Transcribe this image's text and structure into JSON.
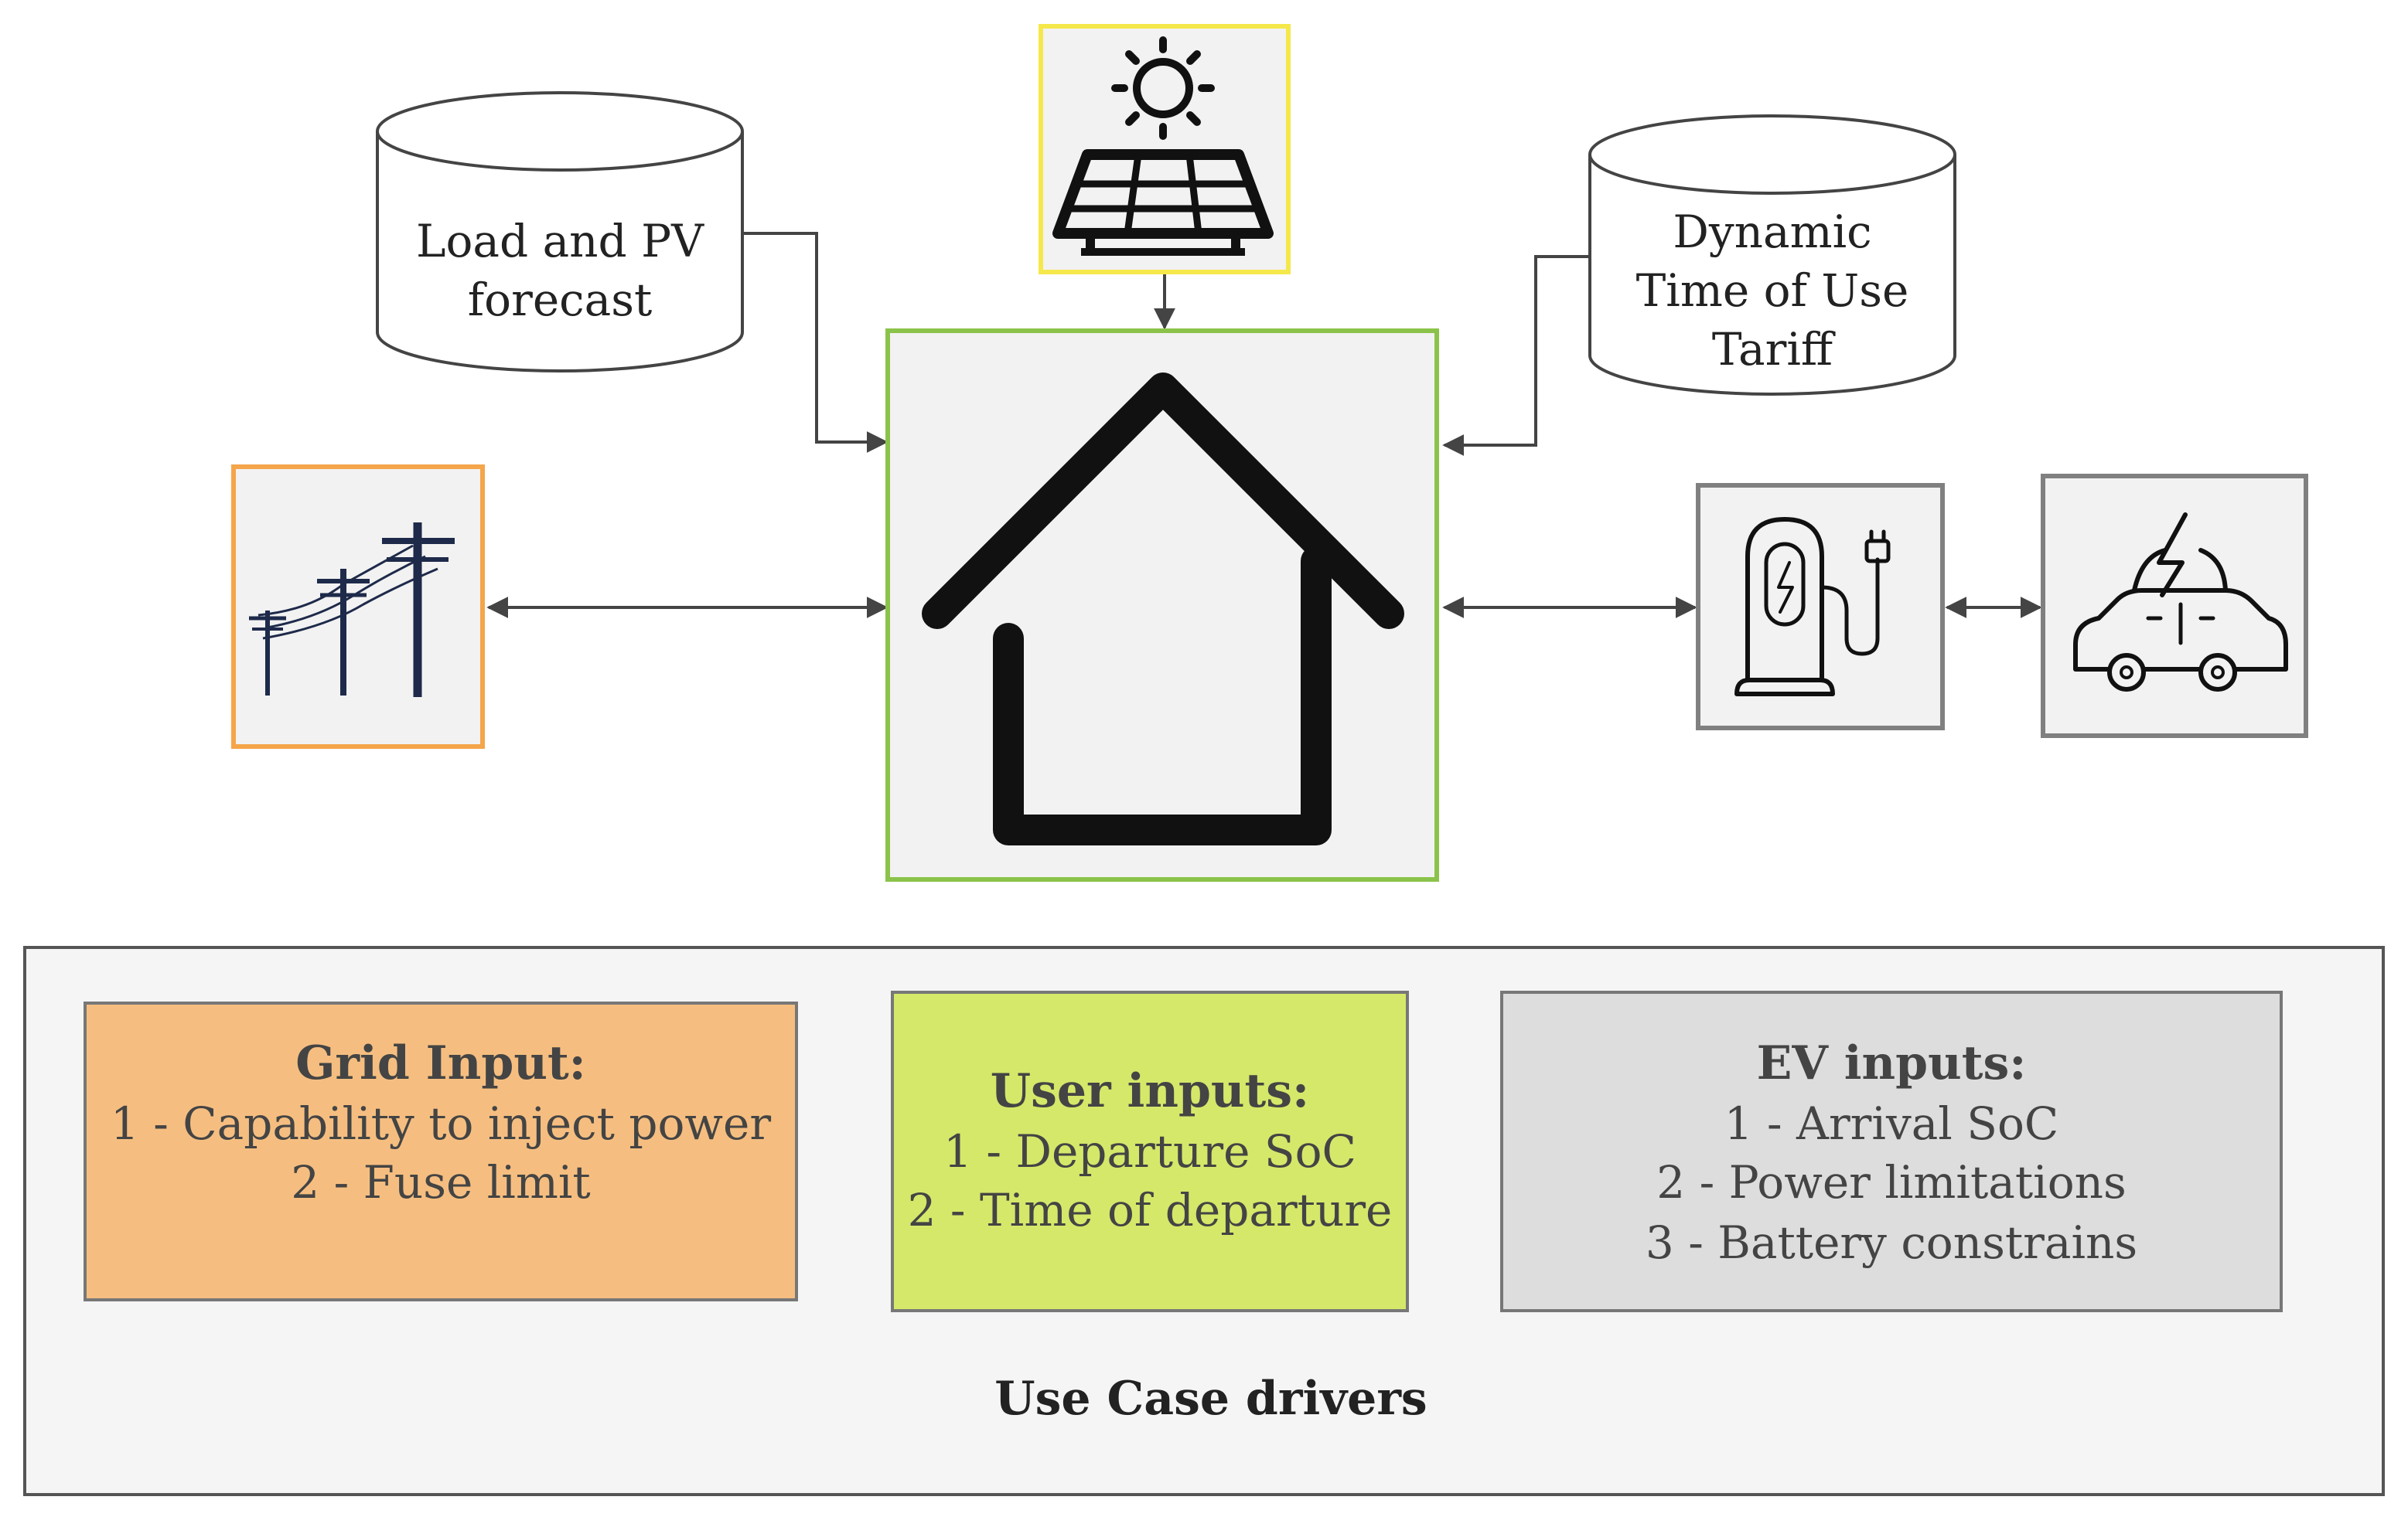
{
  "databases": {
    "forecast": {
      "lines": [
        "Load and PV",
        "forecast"
      ]
    },
    "tariff": {
      "lines": [
        "Dynamic",
        "Time of Use",
        "Tariff"
      ]
    }
  },
  "nodes": {
    "solar": {
      "icon": "solar-panel-icon",
      "border_color": "#F5E84A"
    },
    "home": {
      "icon": "house-icon",
      "border_color": "#8BC34A"
    },
    "grid": {
      "icon": "power-lines-icon",
      "border_color": "#F5A54A"
    },
    "charger": {
      "icon": "ev-charger-icon",
      "border_color": "#808080"
    },
    "car": {
      "icon": "electric-car-icon",
      "border_color": "#808080"
    }
  },
  "use_case_drivers": {
    "caption": "Use Case drivers",
    "panels": [
      {
        "title": "Grid Input:",
        "lines": [
          "1 - Capability to inject power",
          "2 - Fuse limit"
        ],
        "fill": "#F5BE80"
      },
      {
        "title": "User inputs:",
        "lines": [
          "1 - Departure SoC",
          "2 - Time of departure"
        ],
        "fill": "#D5E86A"
      },
      {
        "title": "EV inputs:",
        "lines": [
          "1 - Arrival SoC",
          "2 - Power limitations",
          "3 - Battery constrains"
        ],
        "fill": "#DDDDDD"
      }
    ]
  }
}
